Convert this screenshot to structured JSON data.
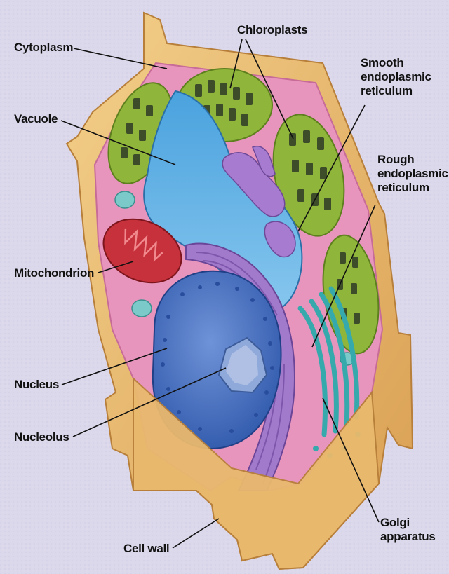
{
  "colors": {
    "background": "#dcd8eb",
    "cell_wall": "#e8b86b",
    "cytoplasm": "#e58fb5",
    "vacuole": "#4ea6de",
    "chloroplast": "#8fb63a",
    "nucleus": "#3d6fc6",
    "mitochondrion": "#c7313b",
    "endoplasmic_reticulum": "#9a6fc7",
    "golgi": "#3fb3b5"
  },
  "labels": {
    "cytoplasm": "Cytoplasm",
    "chloroplasts": "Chloroplasts",
    "smooth_er": [
      "Smooth",
      "endoplasmic",
      "reticulum"
    ],
    "rough_er": [
      "Rough",
      "endoplasmic",
      "reticulum"
    ],
    "vacuole": "Vacuole",
    "mitochondrion": "Mitochondrion",
    "nucleus": "Nucleus",
    "nucleolus": "Nucleolus",
    "cell_wall": "Cell wall",
    "golgi": [
      "Golgi",
      "apparatus"
    ]
  }
}
